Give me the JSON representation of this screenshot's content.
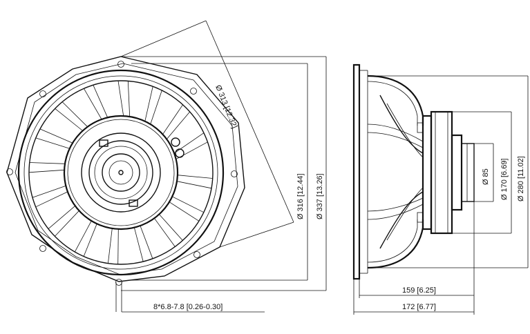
{
  "dimensions": {
    "diameter_symbol": "Ø",
    "d313": "313 [12.32]",
    "d316": "316 [12.44]",
    "d337": "337 [13.26]",
    "d85": "85",
    "d170": "170 [6.69]",
    "d280": "280 [11.02]",
    "depth159": "159 [6.25]",
    "depth172": "172 [6.77]",
    "holes": "8*6.8-7.8 [0.26-0.30]"
  }
}
